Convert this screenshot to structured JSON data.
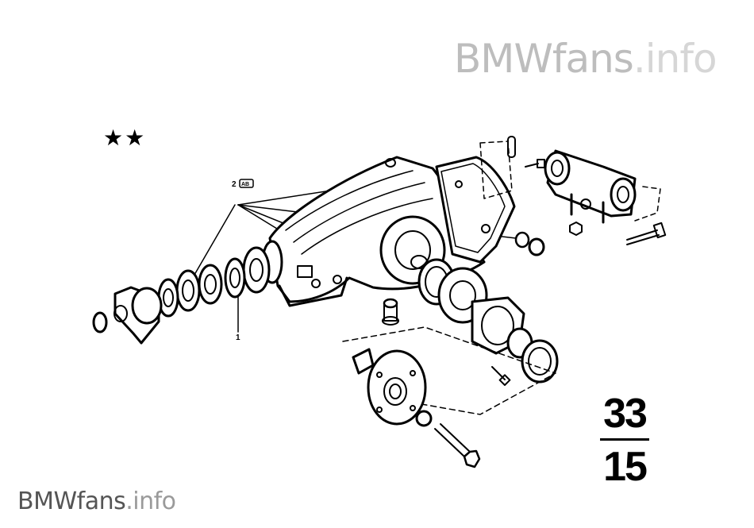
{
  "watermark_top": {
    "part1": "BMWfans",
    "part2": ".info"
  },
  "watermark_bottom": {
    "part1": "BMWfans",
    "part2": ".info"
  },
  "stars": "★★",
  "page_code": {
    "top": "33",
    "bottom": "15"
  },
  "callouts": {
    "label_1": "1",
    "label_2": "2",
    "label_2_box": "AB"
  },
  "colors": {
    "line": "#000000",
    "watermark_light": "#bdbdbd"
  }
}
